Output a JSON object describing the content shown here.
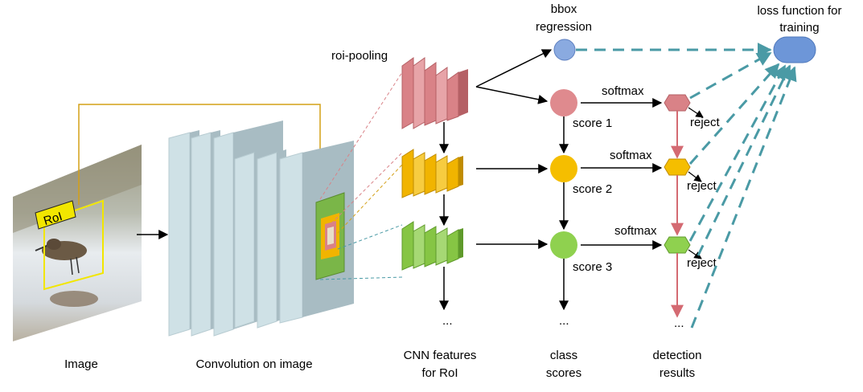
{
  "labels": {
    "image": "Image",
    "convolution": "Convolution on image",
    "cnn_features_line1": "CNN features",
    "cnn_features_line2": "for RoI",
    "class_scores_line1": "class",
    "class_scores_line2": "scores",
    "detection_results_line1": "detection",
    "detection_results_line2": "results",
    "roi_pooling": "roi-pooling",
    "roi": "RoI",
    "bbox_line1": "bbox",
    "bbox_line2": "regression",
    "loss_line1": "loss function for",
    "loss_line2": "training",
    "ellipsis": "..."
  },
  "scores": [
    {
      "label": "score 1",
      "softmax": "softmax",
      "reject": "reject",
      "color": "#df8a8e"
    },
    {
      "label": "score 2",
      "softmax": "softmax",
      "reject": "reject",
      "color": "#f5be00"
    },
    {
      "label": "score 3",
      "softmax": "softmax",
      "reject": "reject",
      "color": "#8fd14f"
    }
  ],
  "colors": {
    "pink_feature": "#d98287",
    "yellow_feature": "#f1b400",
    "green_feature": "#86c544",
    "conv_layer": "#cfe1e6",
    "conv_shadow": "#9fb3bb",
    "roi_box": "#f2e600",
    "roi_line": "#d4a017",
    "dashed_teal": "#4a9aa5",
    "bbox_fill": "#8aaae0",
    "loss_fill": "#6d96d8",
    "reject_arrow": "#d46a72"
  }
}
